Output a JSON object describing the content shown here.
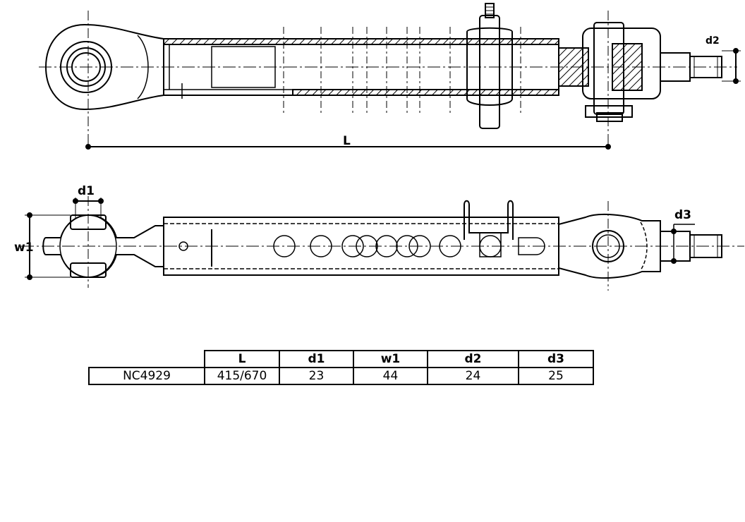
{
  "dimension_labels": {
    "length": "L",
    "pin_diameter": "d1",
    "ball_width": "w1",
    "thread_top": "d2",
    "thread_bottom": "d3"
  },
  "spec_table": {
    "headers": [
      "",
      "L",
      "d1",
      "w1",
      "d2",
      "d3"
    ],
    "rows": [
      {
        "model": "NC4929",
        "L": "415/670",
        "d1": "23",
        "w1": "44",
        "d2": "24",
        "d3": "25"
      }
    ]
  }
}
